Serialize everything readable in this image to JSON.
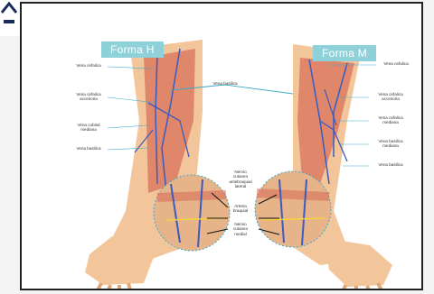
{
  "figure": {
    "form_left": "Forma H",
    "form_right": "Forma M",
    "labels_left": [
      "Vena cefalica",
      "Vena cefalica\naccesoria",
      "Vena cubital\nmediana",
      "Vena basilica"
    ],
    "labels_right": [
      "Vena cefalica",
      "Vena cefalica\naccesoria",
      "Vena cefalica\nmediana",
      "Vena basilica\nmediana",
      "Vena basilica"
    ],
    "label_center_top": "Vena basilica",
    "labels_center": [
      "Nervio\ncutaneo\nantebraquial\nlateral",
      "Arteria\nbraquial",
      "Nervio\ncutaneo\nmedial"
    ]
  },
  "colors": {
    "skin": "#f2c69a",
    "muscle": "#d9705a",
    "vein": "#3a5bbf",
    "accent": "#8fd1d8",
    "nerve": "#f4d23a"
  }
}
